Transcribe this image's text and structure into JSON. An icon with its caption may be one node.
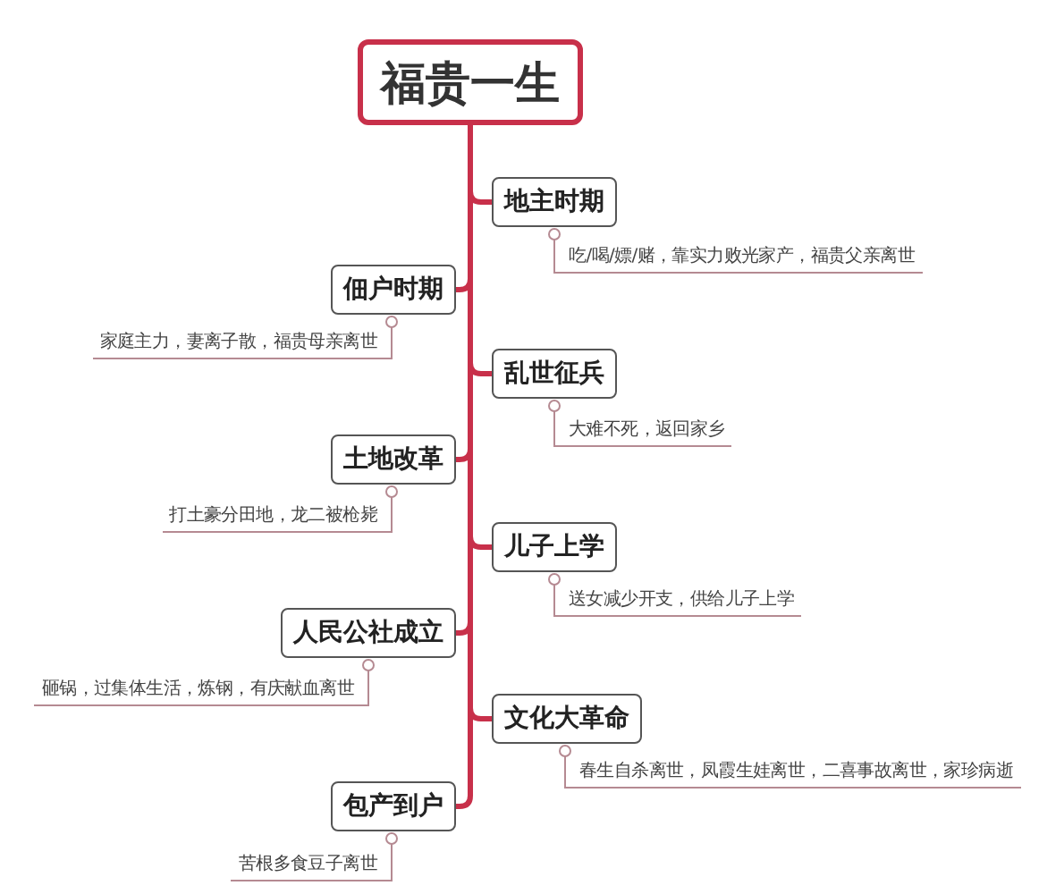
{
  "diagram": {
    "nodes": [
      {
        "text": [
          "福贵一生"
        ]
      },
      {
        "text": [
          "地主时期"
        ]
      },
      {
        "text": [
          "吃/喝/嫖/赌，靠实力败光家产，福贵父亲离世"
        ]
      },
      {
        "text": [
          "佃户时期"
        ]
      },
      {
        "text": [
          "家庭主力，妻离子散，福贵母亲离世"
        ]
      },
      {
        "text": [
          "乱世征兵"
        ]
      },
      {
        "text": [
          "大难不死，返回家乡"
        ]
      },
      {
        "text": [
          "土地改革"
        ]
      },
      {
        "text": [
          "打土豪分田地，龙二被枪毙"
        ]
      },
      {
        "text": [
          "儿子上学"
        ]
      },
      {
        "text": [
          "送女减少开支，供给儿子上学"
        ]
      },
      {
        "text": [
          "人民公社成立"
        ]
      },
      {
        "text": [
          "砸锅，过集体生活，炼钢，有庆献血离世"
        ]
      },
      {
        "text": [
          "文化大革命"
        ]
      },
      {
        "text": [
          "春生自杀离世，凤霞生娃离世，二喜事故离世，家珍病逝"
        ]
      },
      {
        "text": [
          "包产到户"
        ]
      },
      {
        "text": [
          "苦根多食豆子离世"
        ]
      }
    ],
    "edges": [
      {
        "from": 0,
        "to": 1,
        "arrow": "none",
        "style": "thick",
        "color": "#c8304a"
      },
      {
        "from": 0,
        "to": 3,
        "arrow": "none",
        "style": "thick",
        "color": "#c8304a"
      },
      {
        "from": 0,
        "to": 5,
        "arrow": "none",
        "style": "thick",
        "color": "#c8304a"
      },
      {
        "from": 0,
        "to": 7,
        "arrow": "none",
        "style": "thick",
        "color": "#c8304a"
      },
      {
        "from": 0,
        "to": 9,
        "arrow": "none",
        "style": "thick",
        "color": "#c8304a"
      },
      {
        "from": 0,
        "to": 11,
        "arrow": "none",
        "style": "thick",
        "color": "#c8304a"
      },
      {
        "from": 0,
        "to": 13,
        "arrow": "none",
        "style": "thick",
        "color": "#c8304a"
      },
      {
        "from": 0,
        "to": 15,
        "arrow": "none",
        "style": "thick",
        "color": "#c8304a"
      },
      {
        "from": 1,
        "to": 2,
        "arrow": "other"
      },
      {
        "from": 3,
        "to": 4,
        "arrow": "other"
      },
      {
        "from": 5,
        "to": 6,
        "arrow": "other"
      },
      {
        "from": 7,
        "to": 8,
        "arrow": "other"
      },
      {
        "from": 9,
        "to": 10,
        "arrow": "other"
      },
      {
        "from": 11,
        "to": 12,
        "arrow": "other"
      },
      {
        "from": 13,
        "to": 14,
        "arrow": "other"
      },
      {
        "from": 15,
        "to": 16,
        "arrow": "other"
      }
    ]
  }
}
